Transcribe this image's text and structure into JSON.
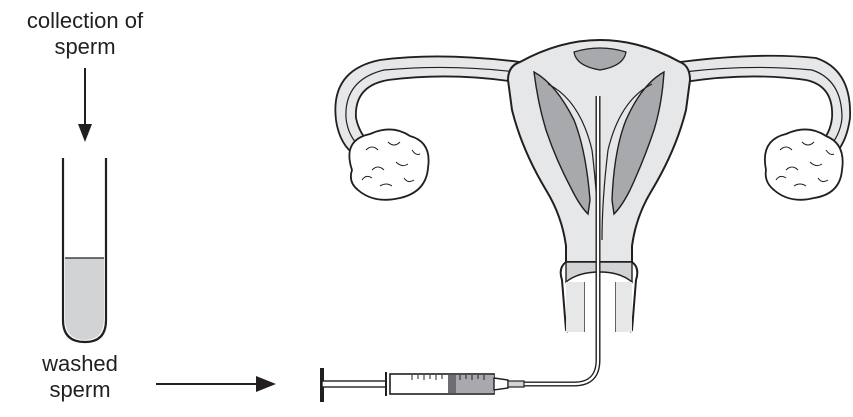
{
  "labels": {
    "collection": {
      "line1": "collection of",
      "line2": "sperm"
    },
    "washed": {
      "line1": "washed",
      "line2": "sperm"
    }
  },
  "colors": {
    "outline": "#231f20",
    "light_fill": "#e6e7e8",
    "mid_fill": "#bcbec0",
    "dark_fill": "#a7a9ac",
    "liquid_fill": "#d1d3d4"
  },
  "icons": {
    "arrow_down": "arrow-down-icon",
    "arrow_right": "arrow-right-icon"
  }
}
